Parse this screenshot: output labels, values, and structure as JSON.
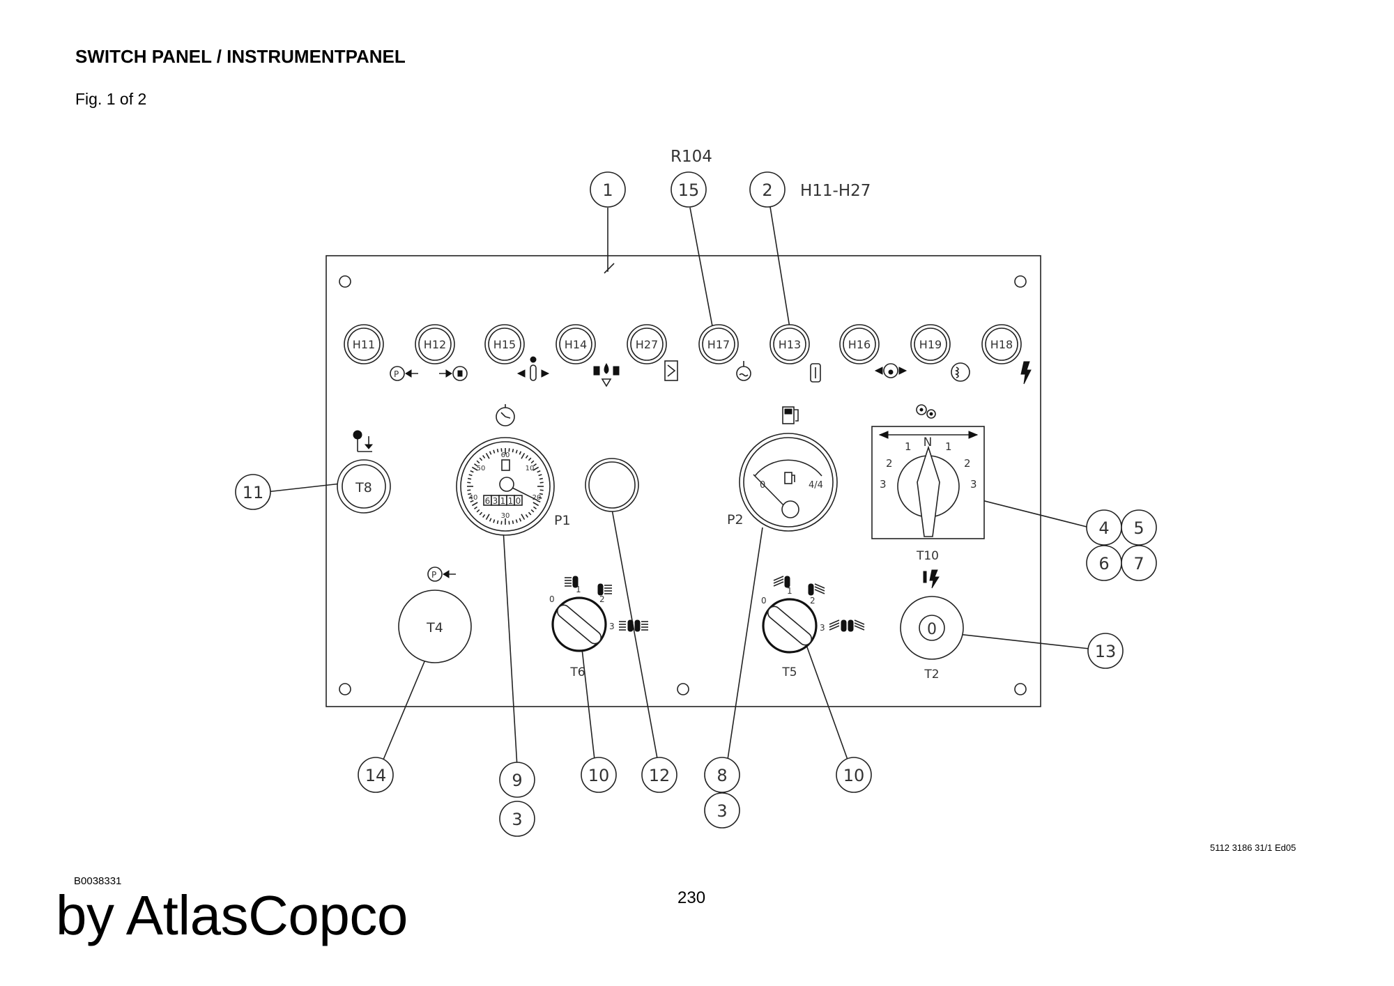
{
  "header": {
    "title": "SWITCH PANEL / INSTRUMENTPANEL",
    "figure": "Fig. 1 of 2"
  },
  "footer": {
    "part_number": "5112 3186 31/1 Ed05",
    "drawing_number": "B0038331",
    "page_number": "230",
    "brand": "by AtlasCopco"
  },
  "callout_labels": {
    "r104": "R104",
    "h11_h27": "H11-H27"
  },
  "callouts": [
    "1",
    "15",
    "2",
    "11",
    "4",
    "5",
    "6",
    "7",
    "13",
    "14",
    "9",
    "3",
    "10",
    "12",
    "8",
    "3",
    "10"
  ],
  "indicator_lamps": [
    "H11",
    "H12",
    "H15",
    "H14",
    "H27",
    "H17",
    "H13",
    "H16",
    "H19",
    "H18"
  ],
  "components": {
    "t8": "T8",
    "t4": "T4",
    "t6": "T6",
    "t5": "T5",
    "t2": "T2",
    "t2_position": "0",
    "t10": "T10",
    "p1": "P1",
    "p2": "P2"
  },
  "hour_meter": {
    "scale": [
      "60",
      "50",
      "10",
      "40",
      "20",
      "30"
    ],
    "digits": [
      "6",
      "3",
      "1",
      "1",
      "0"
    ]
  },
  "fuel_gauge": {
    "scale": [
      "0",
      "4/4"
    ]
  },
  "selector_t10": {
    "center": "N",
    "left_positions": [
      "1",
      "2",
      "3"
    ],
    "right_positions": [
      "1",
      "2",
      "3"
    ]
  },
  "switch_t6": {
    "positions": [
      "0",
      "1",
      "2",
      "3"
    ]
  },
  "switch_t5": {
    "positions": [
      "0",
      "1",
      "2",
      "3"
    ]
  }
}
